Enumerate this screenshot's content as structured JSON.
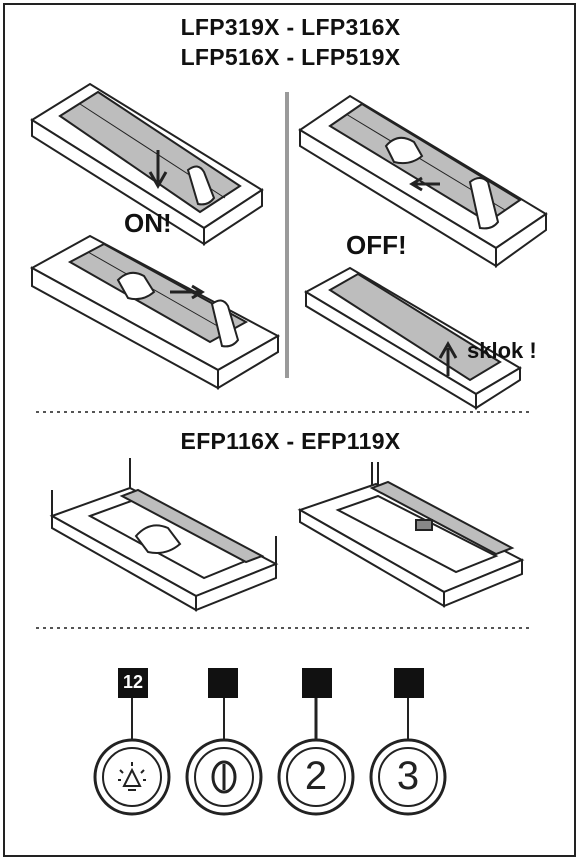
{
  "section_top": {
    "title_line1": "LFP319X - LFP316X",
    "title_line2": "LFP516X - LFP519X",
    "label_on": "ON!",
    "label_off": "OFF!",
    "label_click": "sklok !"
  },
  "section_middle": {
    "title": "EFP116X - EFP119X"
  },
  "controls": {
    "indicator_text": "12",
    "buttons": [
      {
        "icon": "light-icon",
        "glyph": ""
      },
      {
        "icon": "power-icon",
        "glyph": ""
      },
      {
        "icon": "speed-2-icon",
        "glyph": "2"
      },
      {
        "icon": "speed-3-icon",
        "glyph": "3"
      }
    ]
  },
  "colors": {
    "line": "#222222",
    "filter": "#bdbdbd",
    "divider": "#9a9a9a"
  }
}
